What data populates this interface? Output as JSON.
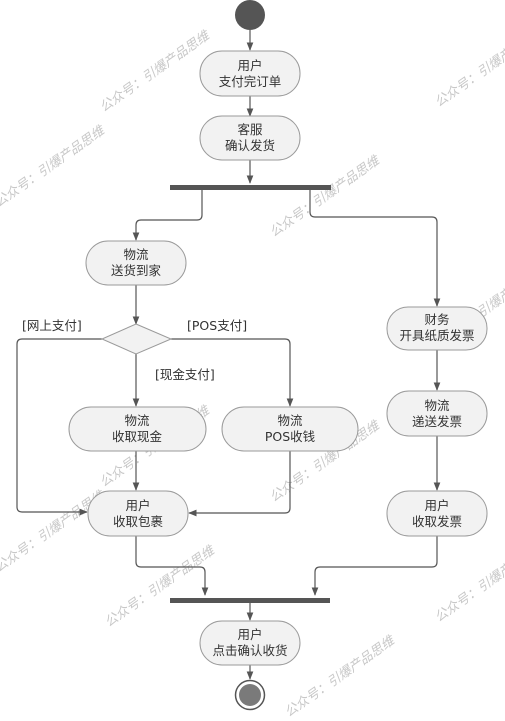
{
  "nodes": {
    "user_pay": {
      "line1": "用户",
      "line2": "支付完订单"
    },
    "cs_confirm": {
      "line1": "客服",
      "line2": "确认发货"
    },
    "logistics_deliver": {
      "line1": "物流",
      "line2": "送货到家"
    },
    "finance_invoice": {
      "line1": "财务",
      "line2": "开具纸质发票"
    },
    "logistics_cash": {
      "line1": "物流",
      "line2": "收取现金"
    },
    "logistics_pos": {
      "line1": "物流",
      "line2": "POS收钱"
    },
    "logistics_send_invoice": {
      "line1": "物流",
      "line2": "递送发票"
    },
    "user_receive_package": {
      "line1": "用户",
      "line2": "收取包裹"
    },
    "user_receive_invoice": {
      "line1": "用户",
      "line2": "收取发票"
    },
    "user_confirm": {
      "line1": "用户",
      "line2": "点击确认收货"
    }
  },
  "guards": {
    "online": "[网上支付]",
    "pos": "[POS支付]",
    "cash": "[现金支付]"
  },
  "watermark": "公众号：引爆产品思维",
  "colors": {
    "node_fill": "#f2f2f2",
    "node_stroke": "#9a9a9a",
    "edge": "#555555",
    "start": "#555555"
  }
}
